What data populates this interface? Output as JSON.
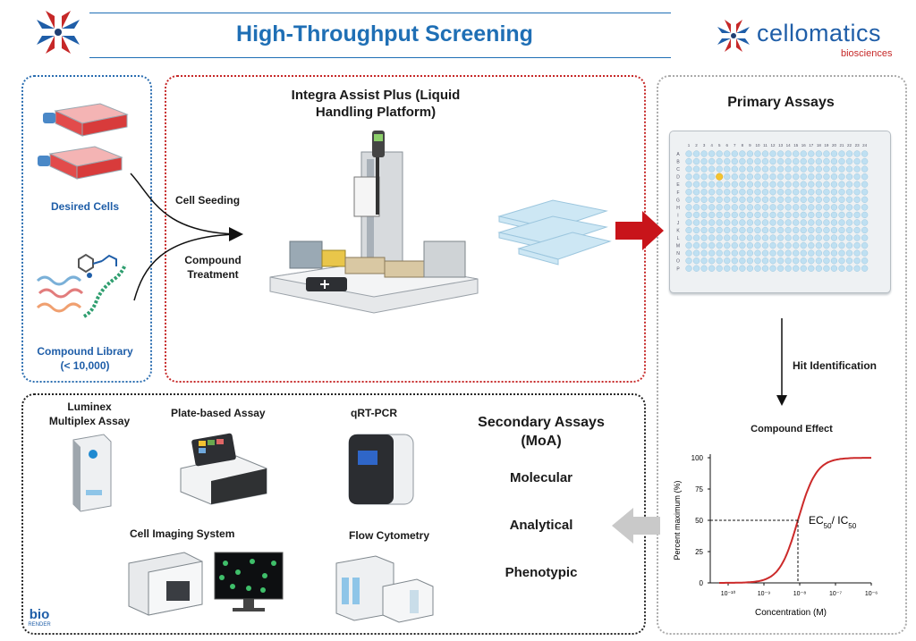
{
  "header": {
    "title": "High-Throughput Screening",
    "brand": {
      "name": "cellomatics",
      "sub": "biosciences"
    }
  },
  "left_panel": {
    "cells_label": "Desired Cells",
    "library_label_1": "Compound Library",
    "library_label_2": "(< 10,000)"
  },
  "middle_panel": {
    "title_line1": "Integra Assist Plus (Liquid",
    "title_line2": "Handling Platform)",
    "seeding_label": "Cell Seeding",
    "treatment_line1": "Compound",
    "treatment_line2": "Treatment"
  },
  "right_panel": {
    "title": "Primary Assays",
    "plate_columns": [
      "1",
      "2",
      "3",
      "4",
      "5",
      "6",
      "7",
      "8",
      "9",
      "10",
      "11",
      "12",
      "13",
      "14",
      "15",
      "16",
      "17",
      "18",
      "19",
      "20",
      "21",
      "22",
      "23",
      "24"
    ],
    "plate_rows": [
      "A",
      "B",
      "C",
      "D",
      "E",
      "F",
      "G",
      "H",
      "I",
      "J",
      "K",
      "L",
      "M",
      "N",
      "O",
      "P"
    ],
    "hit_label": "Hit Identification",
    "effect_label": "Compound Effect"
  },
  "secondary_panel": {
    "title_line1": "Secondary Assays",
    "title_line2": "(MoA)",
    "items": [
      "Molecular",
      "Analytical",
      "Phenotypic"
    ],
    "instruments": {
      "luminex_line1": "Luminex",
      "luminex_line2": "Multiplex Assay",
      "plate_assay": "Plate-based Assay",
      "qrtpcr": "qRT-PCR",
      "imaging": "Cell Imaging System",
      "flow": "Flow Cytometry"
    },
    "biorender_line1": "bio",
    "biorender_line2": "RENDER"
  },
  "chart_data": {
    "type": "line",
    "xlabel": "Concentration (M)",
    "ylabel": "Percent maximum (%)",
    "x_tick_labels": [
      "10⁻¹⁰",
      "10⁻⁹",
      "10⁻⁸",
      "10⁻⁷",
      "10⁻⁶"
    ],
    "y_tick_labels": [
      "0",
      "25",
      "50",
      "75",
      "100"
    ],
    "x_log10_range": [
      -10.5,
      -6
    ],
    "ylim": [
      0,
      100
    ],
    "annotation": "EC50/ IC50",
    "annotation_main_1": "EC",
    "annotation_sub_1": "50",
    "annotation_sep": "/ IC",
    "annotation_sub_2": "50",
    "ec50_log10": -8.05,
    "hill_slope": 1.2,
    "series": [
      {
        "values_description_free": true,
        "color": "#cc2a2a"
      }
    ],
    "grid": false
  },
  "colors": {
    "accent_blue": "#1f6fb5",
    "dashed_blue": "#2a6db0",
    "dashed_red": "#c62828",
    "dashed_grey": "#aaaaaa",
    "arrow_red": "#c8141a",
    "arrow_grey": "#c9c9c9",
    "well_blue": "#bfe0f2",
    "hit_yellow": "#f4c430"
  }
}
